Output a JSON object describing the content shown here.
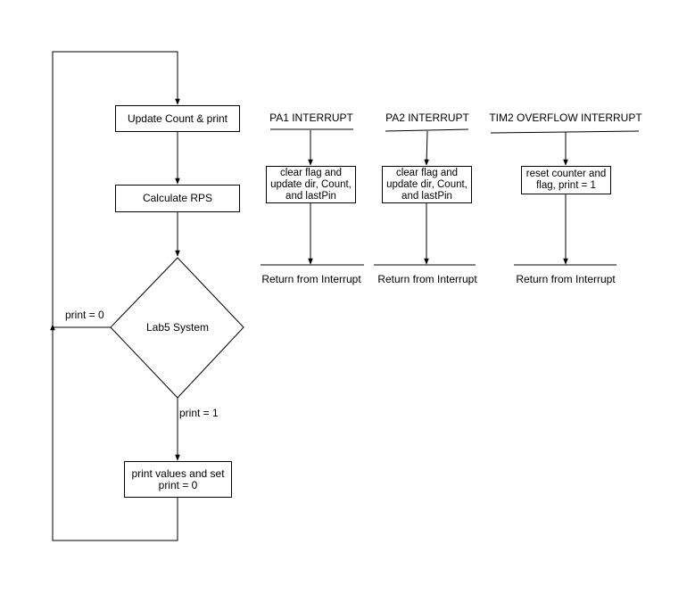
{
  "main_flow": {
    "update_count": "Update Count & print",
    "calculate_rps": "Calculate RPS",
    "decision": "Lab5 System",
    "branch_no": "print = 0",
    "branch_yes": "print = 1",
    "print_values": "print values and set print = 0"
  },
  "pa1": {
    "title": "PA1 INTERRUPT",
    "action": "clear flag and update dir, Count, and lastPin",
    "return": "Return from Interrupt"
  },
  "pa2": {
    "title": "PA2 INTERRUPT",
    "action": "clear flag and update dir, Count, and lastPin",
    "return": "Return from Interrupt"
  },
  "tim2": {
    "title": "TIM2 OVERFLOW INTERRUPT",
    "action": "reset counter and flag, print = 1",
    "return": "Return from Interrupt"
  }
}
